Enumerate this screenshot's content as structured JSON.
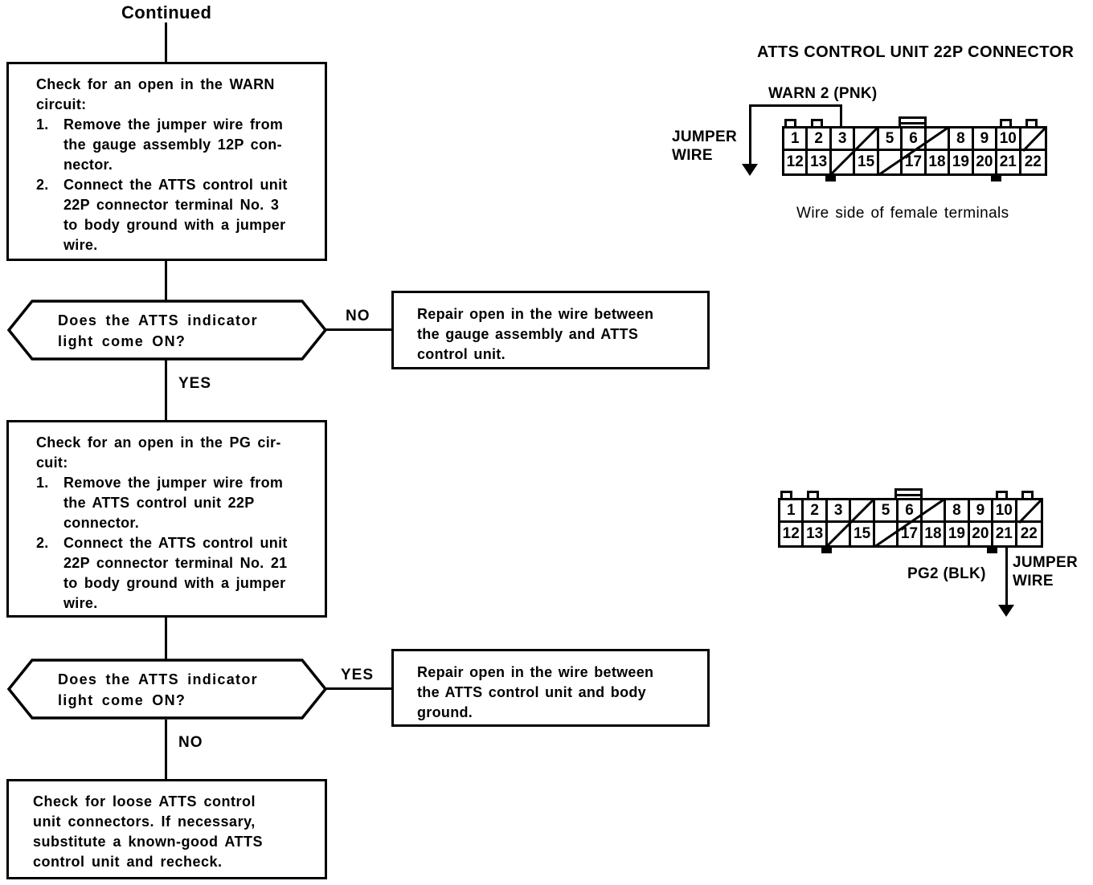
{
  "flowchart": {
    "continued_label": "Continued",
    "step_warn": {
      "heading": "Check for an open in the WARN\ncircuit:",
      "items": [
        {
          "num": "1.",
          "text": "Remove the jumper wire from\nthe gauge assembly 12P con-\nnector."
        },
        {
          "num": "2.",
          "text": "Connect the ATTS control unit\n22P connector terminal No. 3\nto body ground with a jumper\nwire."
        }
      ]
    },
    "decision_warn": {
      "question": "Does the ATTS indicator\nlight come ON?",
      "no_label": "NO",
      "yes_label": "YES"
    },
    "repair_warn": "Repair open in the wire between\nthe gauge assembly and ATTS\ncontrol unit.",
    "step_pg": {
      "heading": "Check for an open in the PG cir-\ncuit:",
      "items": [
        {
          "num": "1.",
          "text": "Remove the jumper wire from\nthe ATTS control unit 22P\nconnector."
        },
        {
          "num": "2.",
          "text": "Connect the ATTS control unit\n22P connector terminal No. 21\nto body ground with a jumper\nwire."
        }
      ]
    },
    "decision_pg": {
      "question": "Does the ATTS indicator\nlight come ON?",
      "yes_label": "YES",
      "no_label": "NO"
    },
    "repair_pg": "Repair open in the wire between\nthe ATTS control unit and body\nground.",
    "final_step": "Check for loose ATTS control\nunit connectors. If necessary,\nsubstitute a known-good ATTS\ncontrol unit and recheck."
  },
  "connector_diagram": {
    "title": "ATTS CONTROL UNIT 22P CONNECTOR",
    "caption": "Wire side of female terminals",
    "warn_wire_label": "WARN 2 (PNK)",
    "jumper_wire_label_top": "JUMPER\nWIRE",
    "pg_wire_label": "PG2 (BLK)",
    "jumper_wire_label_bottom": "JUMPER\nWIRE",
    "pins_top": [
      "1",
      "2",
      "3",
      "",
      "5",
      "6",
      "",
      "8",
      "9",
      "10",
      ""
    ],
    "pins_bottom": [
      "12",
      "13",
      "",
      "15",
      "",
      "17",
      "18",
      "19",
      "20",
      "21",
      "22"
    ]
  },
  "colors": {
    "ink": "#000000",
    "paper": "#ffffff"
  }
}
